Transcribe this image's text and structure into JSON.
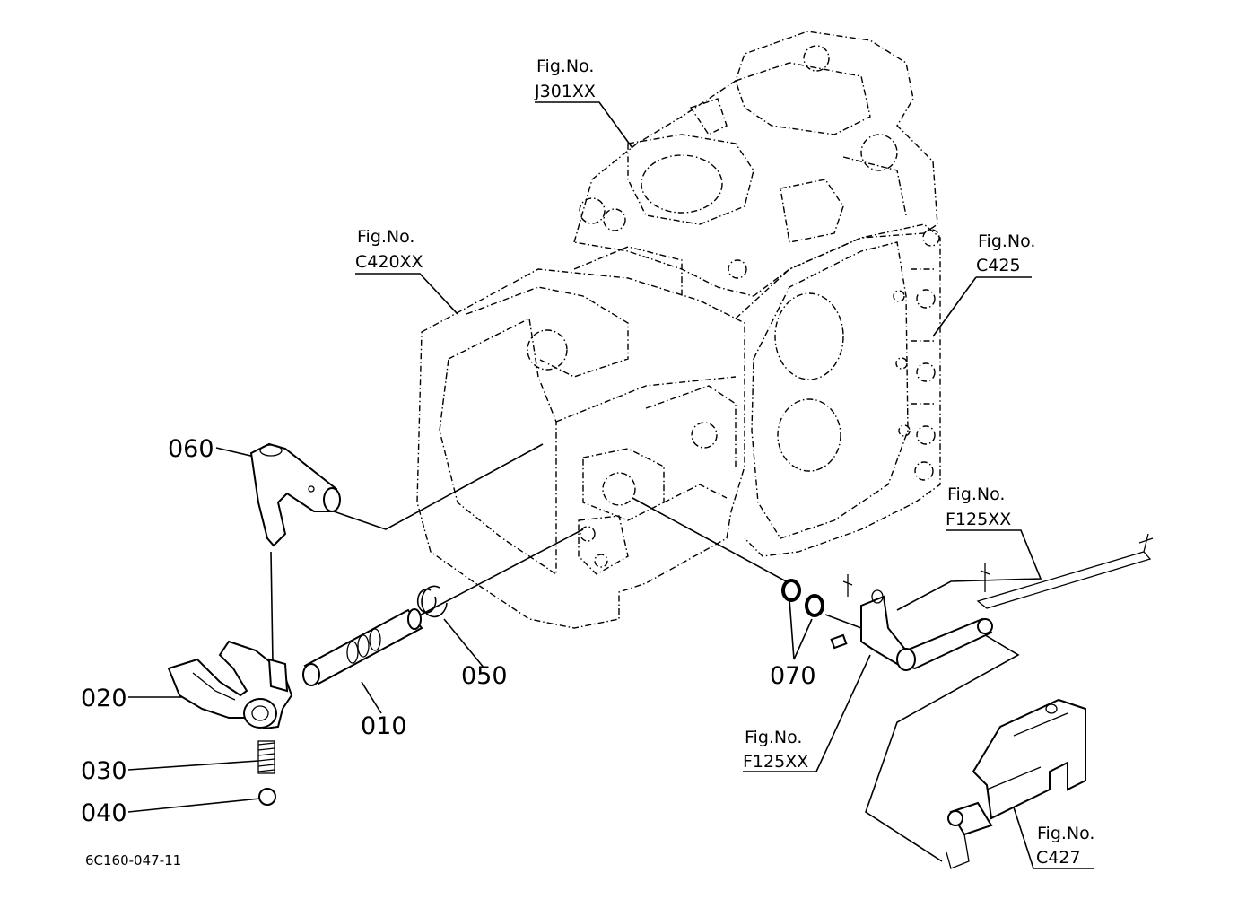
{
  "figure_code": "6C160-047-11",
  "parts": {
    "p010": "010",
    "p020": "020",
    "p030": "030",
    "p040": "040",
    "p050": "050",
    "p060": "060",
    "p070": "070"
  },
  "refs": {
    "j301": {
      "line1": "Fig.No.",
      "line2": "J301XX"
    },
    "c420": {
      "line1": "Fig.No.",
      "line2": "C420XX"
    },
    "c425": {
      "line1": "Fig.No.",
      "line2": "C425"
    },
    "f125_right": {
      "line1": "Fig.No.",
      "line2": "F125XX"
    },
    "f125_left": {
      "line1": "Fig.No.",
      "line2": "F125XX"
    },
    "c427": {
      "line1": "Fig.No.",
      "line2": "C427"
    }
  }
}
